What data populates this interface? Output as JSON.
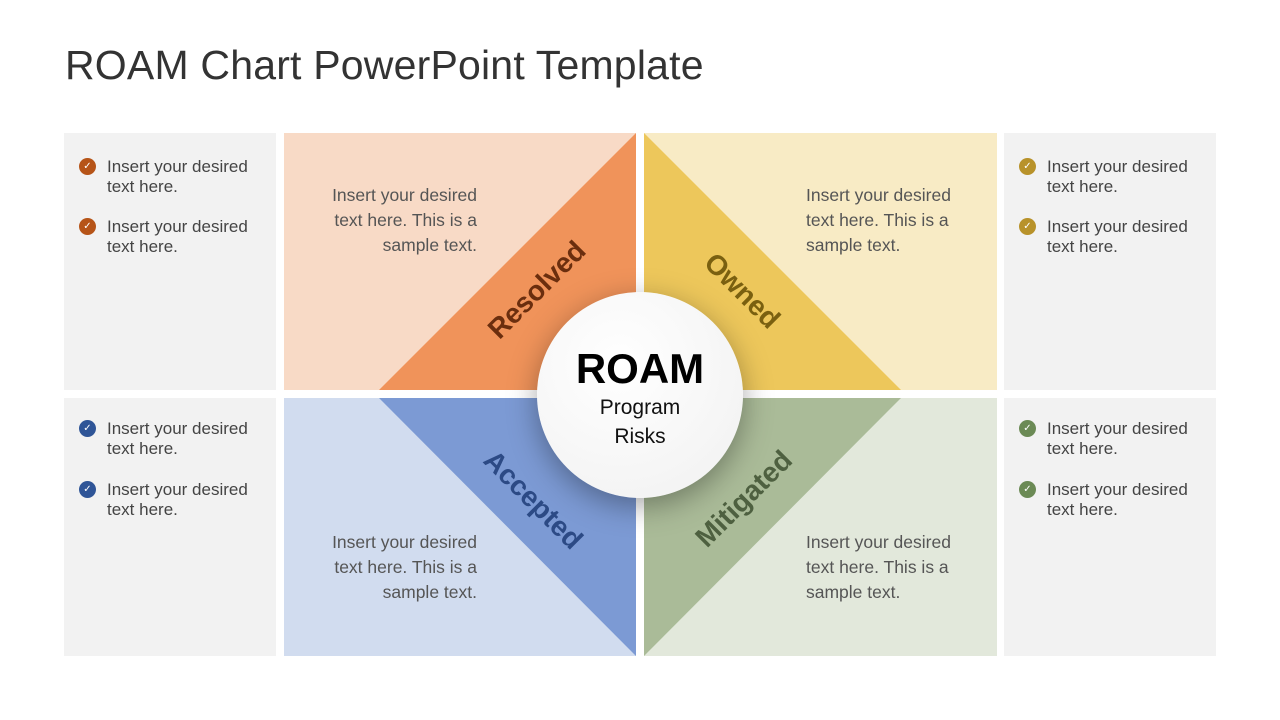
{
  "title": "ROAM Chart PowerPoint Template",
  "center": {
    "heading": "ROAM",
    "line1": "Program",
    "line2": "Risks"
  },
  "colors": {
    "resolved": "#F0935A",
    "owned": "#EDC75B",
    "accepted": "#7C9AD4",
    "mitigated": "#AABB98"
  },
  "quadrants": {
    "resolved": {
      "label": "Resolved",
      "text": "Insert your desired text here. This is a sample text."
    },
    "owned": {
      "label": "Owned",
      "text": "Insert your desired text here. This is a sample text."
    },
    "accepted": {
      "label": "Accepted",
      "text": "Insert your desired text here. This is a sample text."
    },
    "mitigated": {
      "label": "Mitigated",
      "text": "Insert your desired text here. This is a sample text."
    }
  },
  "side_panels": {
    "top_left": [
      "Insert your desired text here.",
      "Insert your desired text here."
    ],
    "top_right": [
      "Insert your desired text here.",
      "Insert your desired text here."
    ],
    "bottom_left": [
      "Insert your desired text here.",
      "Insert your desired text here."
    ],
    "bottom_right": [
      "Insert your desired text here.",
      "Insert your desired text here."
    ]
  },
  "icons": {
    "bullet": "check-circle-icon"
  }
}
